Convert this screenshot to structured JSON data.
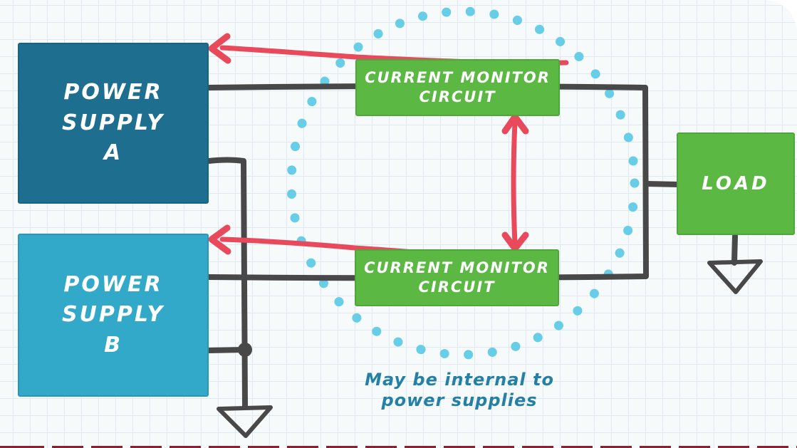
{
  "diagram": {
    "title_semantic": "redundant power supply current monitoring diagram",
    "power_supply_a": {
      "line1": "POWER",
      "line2": "SUPPLY",
      "line3": "A"
    },
    "power_supply_b": {
      "line1": "POWER",
      "line2": "SUPPLY",
      "line3": "B"
    },
    "monitor_top": {
      "line1": "CURRENT MONITOR",
      "line2": "CIRCUIT"
    },
    "monitor_bottom": {
      "line1": "CURRENT MONITOR",
      "line2": "CIRCUIT"
    },
    "load": {
      "label": "LOAD"
    },
    "note": {
      "line1": "May be internal to",
      "line2": "power supplies"
    }
  },
  "colors": {
    "paper_bg": "#f6fafb",
    "grid_line": "#dfe9f2",
    "psa_fill": "#1e6f8f",
    "psb_fill": "#32a9c9",
    "monitor_fill": "#5bb843",
    "load_fill": "#5bb843",
    "wire_color": "#484848",
    "arrow_color": "#e84a5c",
    "dot_color": "#68cde6",
    "note_color": "#2480a4",
    "bottom_line_color": "#8c2130"
  }
}
